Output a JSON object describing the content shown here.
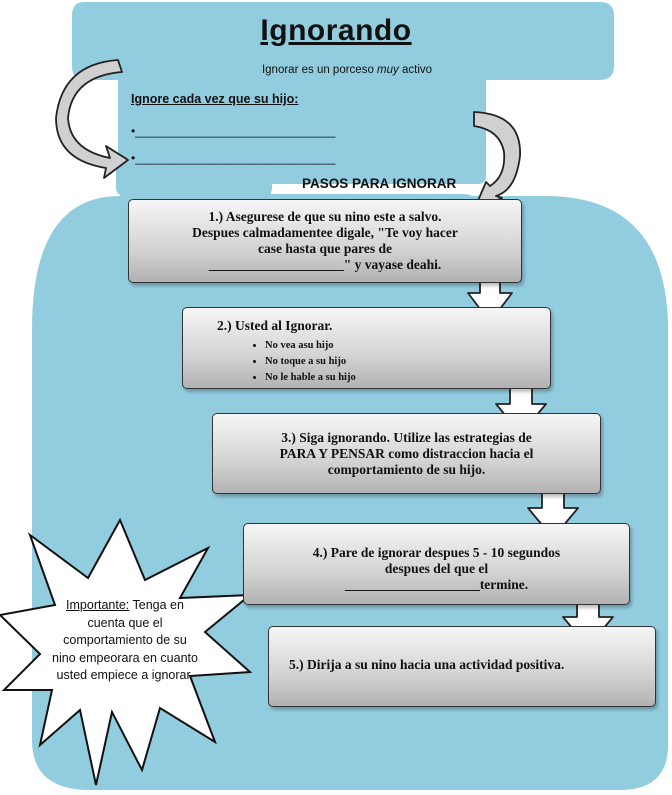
{
  "title": "Ignorando",
  "subtitle": {
    "before": "Ignorar es un porceso ",
    "emphasis": "muy",
    "after": " activo"
  },
  "ignore_prompt": "Ignore cada vez que su hijo:",
  "blank_lines": [
    "•______________________________",
    "•______________________________"
  ],
  "steps_heading": "PASOS PARA IGNORAR",
  "steps": [
    {
      "lines": [
        "1.) Asegurese de que su nino este a salvo.",
        "Despues calmadamentee digale, \"Te voy hacer",
        "case hasta que pares de",
        "____________________\" y vayase deahi."
      ]
    },
    {
      "heading": "2.) Usted al Ignorar.",
      "bullets": [
        "No vea asu hijo",
        "No toque a su hijo",
        "No le hable a su hijo"
      ]
    },
    {
      "lines": [
        "3.) Siga ignorando.  Utilize las estrategias de",
        "PARA Y PENSAR como distraccion hacia el",
        "comportamiento de su hijo."
      ]
    },
    {
      "lines": [
        "4.) Pare de ignorar despues 5 - 10 segundos",
        "despues del que el",
        "____________________termine."
      ]
    },
    {
      "lines": [
        "5.) Dirija a su nino hacia una actividad positiva."
      ]
    }
  ],
  "important_note": {
    "label": "Importante:",
    "text_first": " Tenga en",
    "lines": [
      "cuenta que el",
      "comportamiento de su",
      "nino empeorara en cuanto",
      "usted empiece a ignorar."
    ]
  },
  "colors": {
    "panel_blue": "#92cddf",
    "box_top": "#f6f6f6",
    "box_bottom": "#b2b2b2",
    "arrow_fill": "#ffffff",
    "outline": "#222222"
  }
}
